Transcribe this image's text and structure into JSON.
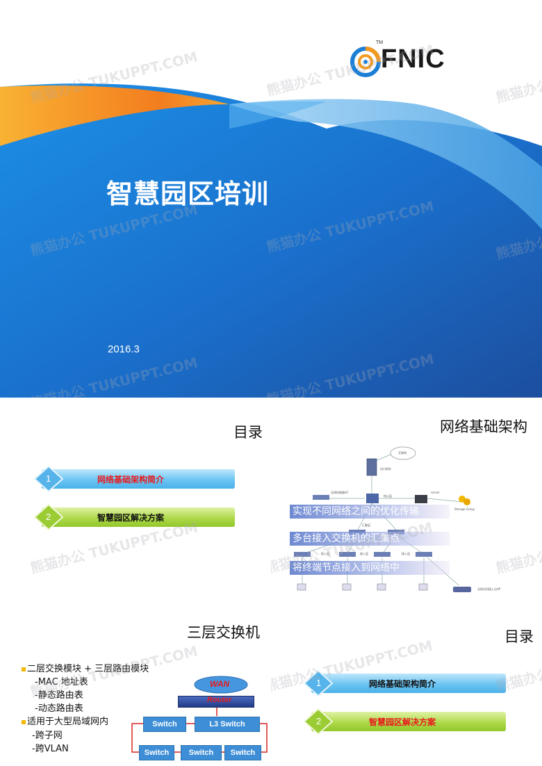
{
  "cover": {
    "title": "智慧园区培训",
    "date": "2016.3",
    "logo_text": "FNIC",
    "logo_tm": "TM"
  },
  "watermark": "熊猫办公 TUKUPPT.COM",
  "toc_slide_1": {
    "title": "目录",
    "items": [
      {
        "num": "1",
        "label": "网络基础架构简介",
        "color": "#e8191a"
      },
      {
        "num": "2",
        "label": "智慧园区解决方案",
        "color": "#111111"
      }
    ]
  },
  "network_slide": {
    "title": "网络基础架构",
    "highlights": [
      "实现不同网络之间的优化传输",
      "多台接入交换机的汇集点",
      "将终端节点接入到网络中"
    ],
    "labels": {
      "internet": "互联网",
      "exit": "出口网关",
      "ac": "无线控制器AC",
      "core": "核心层",
      "server": "server",
      "storage": "Storage Group",
      "agg": "汇聚层",
      "access": "接入层",
      "ap": "无线访问接入点AP"
    }
  },
  "l3_slide": {
    "title": "三层交换机",
    "bullets": [
      {
        "type": "main",
        "text": "二层交换模块 + 三层路由模块"
      },
      {
        "type": "sub",
        "text": "-MAC 地址表"
      },
      {
        "type": "sub",
        "text": "-静态路由表"
      },
      {
        "type": "sub",
        "text": "-动态路由表"
      },
      {
        "type": "main",
        "text": "适用于大型局域网内"
      },
      {
        "type": "sub2",
        "text": "-跨子网"
      },
      {
        "type": "sub2",
        "text": "-跨VLAN"
      }
    ],
    "diagram": {
      "wan": "WAN",
      "router": "Router",
      "switch": "Switch",
      "l3_switch": "L3 Switch"
    }
  },
  "toc_slide_2": {
    "title": "目录",
    "items": [
      {
        "num": "1",
        "label": "网络基础架构简介",
        "color": "#111111"
      },
      {
        "num": "2",
        "label": "智慧园区解决方案",
        "color": "#e8191a"
      }
    ]
  },
  "colors": {
    "cover_blue": "#1769c4",
    "accent_orange": "#f7a11a",
    "toc_red": "#e8191a",
    "bullet_yellow": "#f2b800"
  }
}
